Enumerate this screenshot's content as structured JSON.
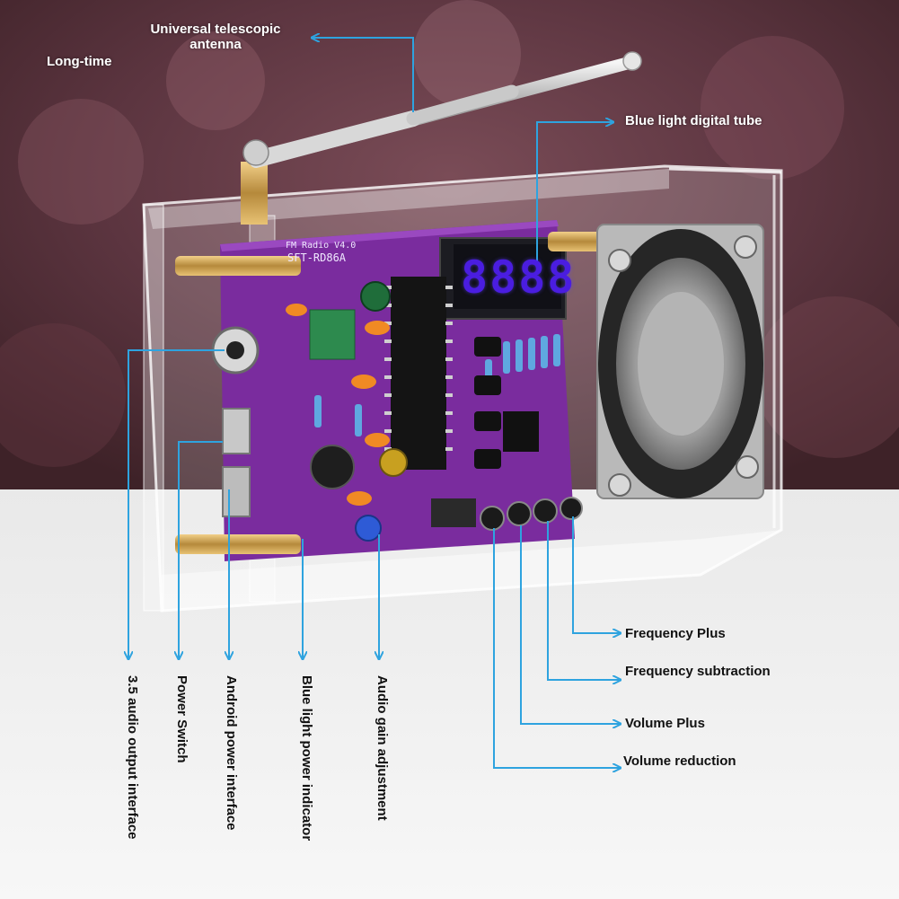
{
  "labels": {
    "antenna_line1": "Universal telescopic",
    "antenna_line2": "antenna",
    "long_time": "Long-time",
    "blue_tube": "Blue light digital tube",
    "freq_plus": "Frequency Plus",
    "freq_sub": "Frequency subtraction",
    "vol_plus": "Volume Plus",
    "vol_red": "Volume reduction",
    "audio_out": "3.5 audio output interface",
    "power_switch": "Power Switch",
    "android_power": "Android power interface",
    "blue_indicator": "Blue light power indicator",
    "audio_gain": "Audio gain adjustment"
  },
  "pcb": {
    "title1": "FM Radio V4.0",
    "title2": "SFT-RD86A",
    "digit_display": "8888"
  },
  "colors": {
    "pcb_purple": "#7a2c9e",
    "callout_blue": "#2ea3df",
    "background_dark": "#4a2b33",
    "table_white": "#f1f1f1"
  }
}
